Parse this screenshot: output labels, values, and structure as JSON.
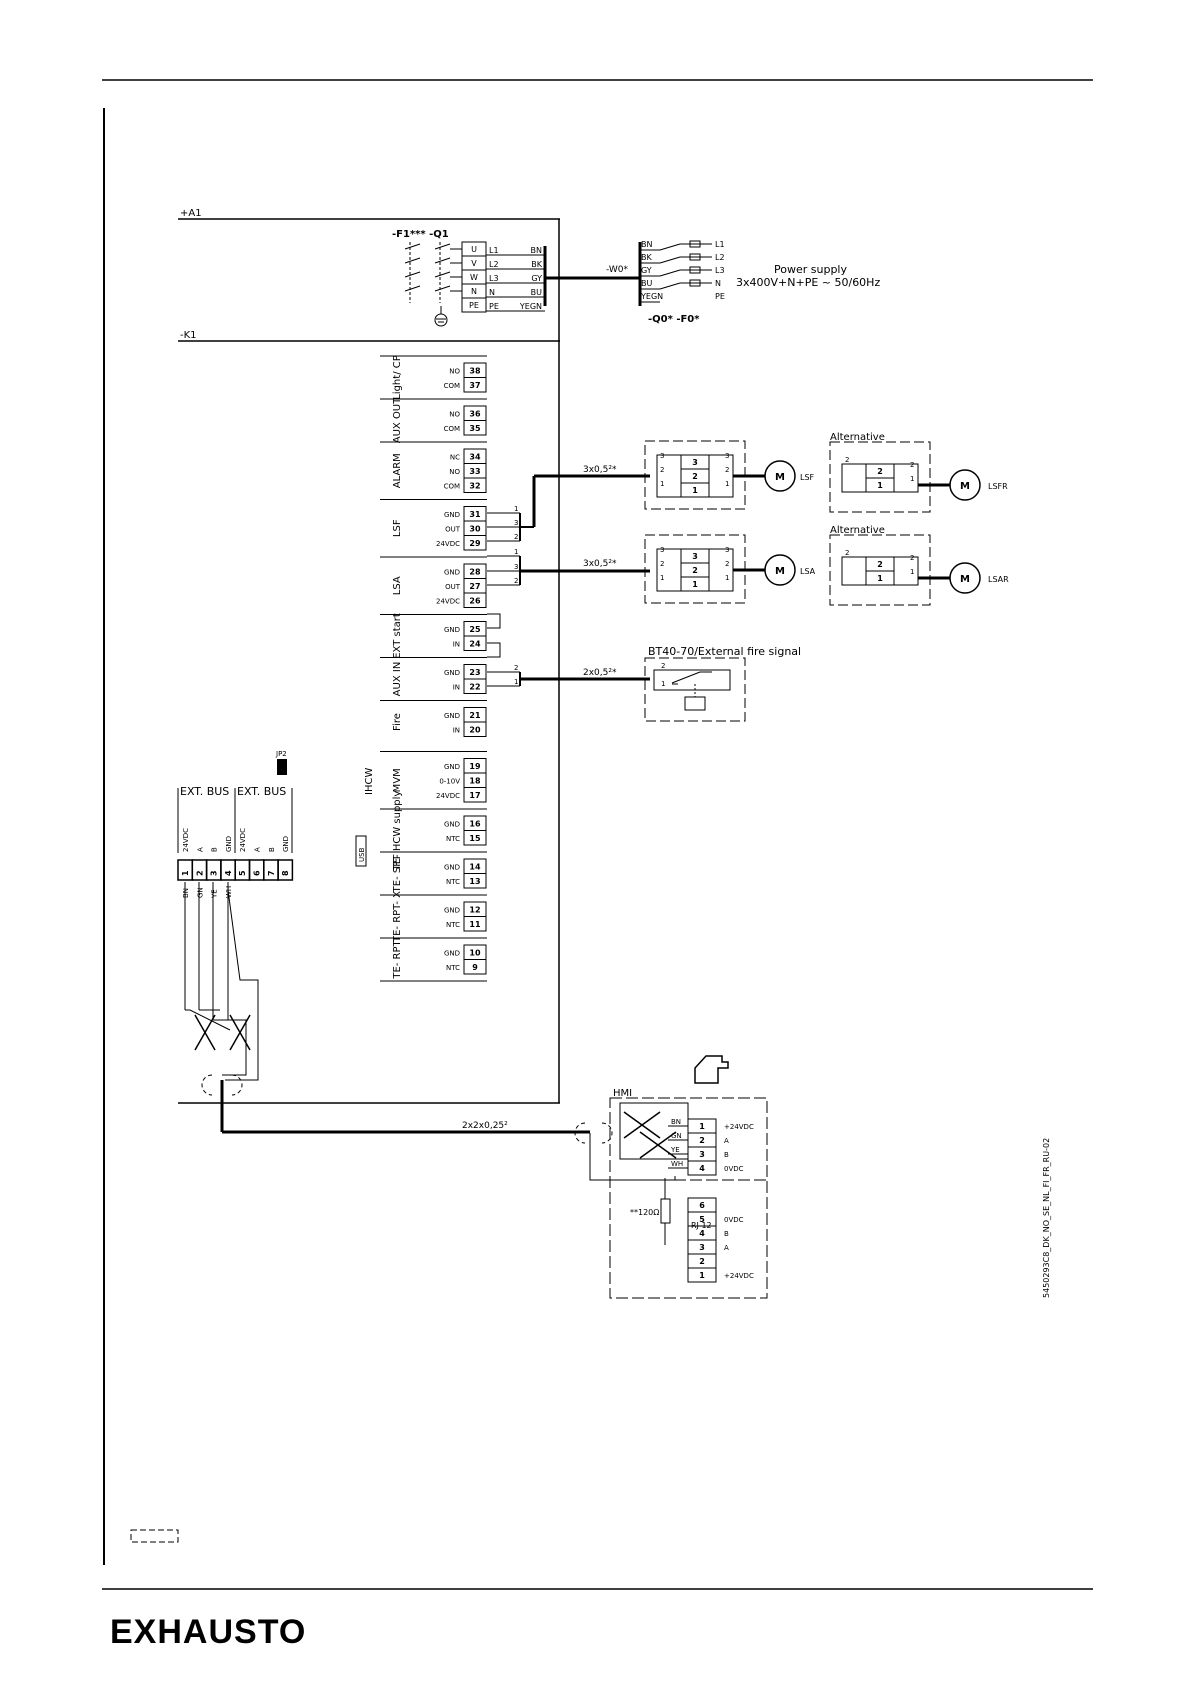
{
  "labels": {
    "a1": "+A1",
    "k1": "-K1",
    "f1q1": "-F1*** -Q1",
    "wo": "-W0*",
    "q0f0": "-Q0* -F0*",
    "power_supply_title": "Power supply",
    "power_supply_spec": "3x400V+N+PE ~ 50/60Hz",
    "alternative": "Alternative",
    "bt40": "BT40-70/External fire signal",
    "cable_3x05": "3x0,5²*",
    "cable_2x05": "2x0,5²*",
    "cable_2x2x025": "2x2x0,25²",
    "hmi": "HMI",
    "rj12": "RJ 12",
    "resistor": "**120Ω",
    "jp2": "JP2",
    "usb": "USB",
    "ext_bus": "EXT. BUS",
    "ihcw": "IHCW",
    "lsf": "LSF",
    "lsa": "LSA",
    "lsfr": "LSFR",
    "lsar": "LSAR",
    "motor": "M",
    "doc_code": "5450293C8_DK_NO_SE_NL_FI_FR_RU-02",
    "brand": "EXHAUSTO"
  },
  "breaker_terminals": [
    "U",
    "V",
    "W",
    "N",
    "PE"
  ],
  "line_labels": [
    "L1",
    "L2",
    "L3",
    "N",
    "PE"
  ],
  "line_colors": [
    "BN",
    "BK",
    "GY",
    "BU",
    "YEGN"
  ],
  "supply_lines": [
    "L1",
    "L2",
    "L3",
    "N",
    "PE"
  ],
  "terminal_groups": [
    {
      "name": "Light/ CP",
      "rows": [
        [
          "NO",
          "38"
        ],
        [
          "COM",
          "37"
        ]
      ]
    },
    {
      "name": "AUX OUT",
      "rows": [
        [
          "NO",
          "36"
        ],
        [
          "COM",
          "35"
        ]
      ]
    },
    {
      "name": "ALARM",
      "rows": [
        [
          "NC",
          "34"
        ],
        [
          "NO",
          "33"
        ],
        [
          "COM",
          "32"
        ]
      ]
    },
    {
      "name": "LSF",
      "rows": [
        [
          "GND",
          "31"
        ],
        [
          "OUT",
          "30"
        ],
        [
          "24VDC",
          "29"
        ]
      ]
    },
    {
      "name": "LSA",
      "rows": [
        [
          "GND",
          "28"
        ],
        [
          "OUT",
          "27"
        ],
        [
          "24VDC",
          "26"
        ]
      ]
    },
    {
      "name": "EXT start",
      "rows": [
        [
          "GND",
          "25"
        ],
        [
          "IN",
          "24"
        ]
      ]
    },
    {
      "name": "AUX IN",
      "rows": [
        [
          "GND",
          "23"
        ],
        [
          "IN",
          "22"
        ]
      ]
    },
    {
      "name": "Fire",
      "rows": [
        [
          "GND",
          "21"
        ],
        [
          "IN",
          "20"
        ]
      ]
    },
    {
      "name": "MVM",
      "rows": [
        [
          "GND",
          "19"
        ],
        [
          "0-10V",
          "18"
        ],
        [
          "24VDC",
          "17"
        ]
      ]
    },
    {
      "name": "TE- HCW supply",
      "rows": [
        [
          "GND",
          "16"
        ],
        [
          "NTC",
          "15"
        ]
      ]
    },
    {
      "name": "TE- SPT",
      "rows": [
        [
          "GND",
          "14"
        ],
        [
          "NTC",
          "13"
        ]
      ]
    },
    {
      "name": "TE- RPT- X",
      "rows": [
        [
          "GND",
          "12"
        ],
        [
          "NTC",
          "11"
        ]
      ]
    },
    {
      "name": "TE- RPT",
      "rows": [
        [
          "GND",
          "10"
        ],
        [
          "NTC",
          "9"
        ]
      ]
    }
  ],
  "ext_bus_signals": [
    "24VDC",
    "A",
    "B",
    "GND",
    "24VDC",
    "A",
    "B",
    "GND"
  ],
  "ext_bus_terminals": [
    "1",
    "2",
    "3",
    "4",
    "5",
    "6",
    "7",
    "8"
  ],
  "ext_bus_wires": [
    "BN",
    "GN",
    "YE",
    "WH"
  ],
  "connector_box": [
    "3",
    "2",
    "1"
  ],
  "alt_box": [
    "2",
    "1"
  ],
  "hmi_wires": [
    "BN",
    "GN",
    "YE",
    "WH"
  ],
  "hmi_terminals": [
    "1",
    "2",
    "3",
    "4"
  ],
  "hmi_signals": [
    "+24VDC",
    "A",
    "B",
    "0VDC"
  ],
  "rj12_pins": [
    "6",
    "5",
    "4",
    "3",
    "2",
    "1"
  ],
  "rj12_signals": [
    "0VDC",
    "B",
    "A",
    "+24VDC"
  ]
}
